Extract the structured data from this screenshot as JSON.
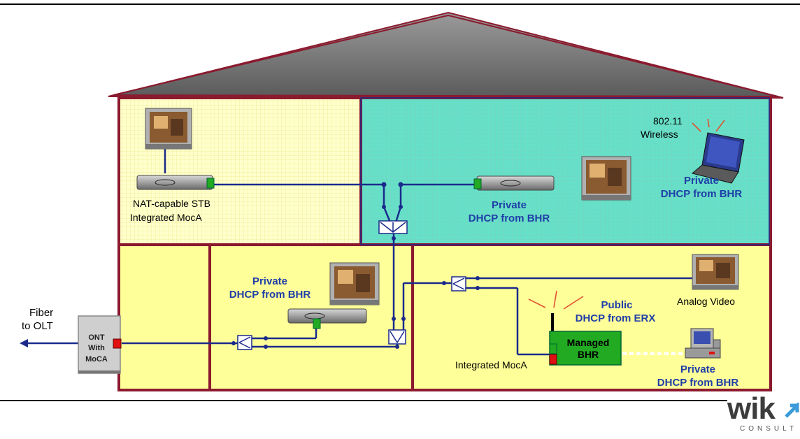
{
  "labels": {
    "stb_upstairs_line1": "NAT-capable STB",
    "stb_upstairs_line2": "Integrated MocA",
    "wireless_line1": "802.11",
    "wireless_line2": "Wireless",
    "laptop_private": "Private",
    "laptop_dhcp": "DHCP from BHR",
    "tv_upstairs_private": "Private",
    "tv_upstairs_dhcp": "DHCP from BHR",
    "stb_down_private": "Private",
    "stb_down_dhcp": "DHCP from BHR",
    "fiber_line1": "Fiber",
    "fiber_line2": "to OLT",
    "ont_line1": "ONT",
    "ont_line2": "With",
    "ont_line3": "MoCA",
    "analog_video": "Analog Video",
    "public": "Public",
    "public_dhcp": "DHCP from ERX",
    "bhr_line1": "Managed",
    "bhr_line2": "BHR",
    "integrated_moca": "Integrated MocA",
    "pc_private": "Private",
    "pc_dhcp": "DHCP from BHR"
  },
  "logo": {
    "brand": "wik",
    "sub": "CONSULT"
  },
  "colors": {
    "wall": "#8b1a2e",
    "cable": "#1a2a8c",
    "label_blue": "#1f3ea8",
    "room_yellow": "#ffff99",
    "room_cyan": "#66e0c8",
    "bhr_green": "#22aa22"
  }
}
